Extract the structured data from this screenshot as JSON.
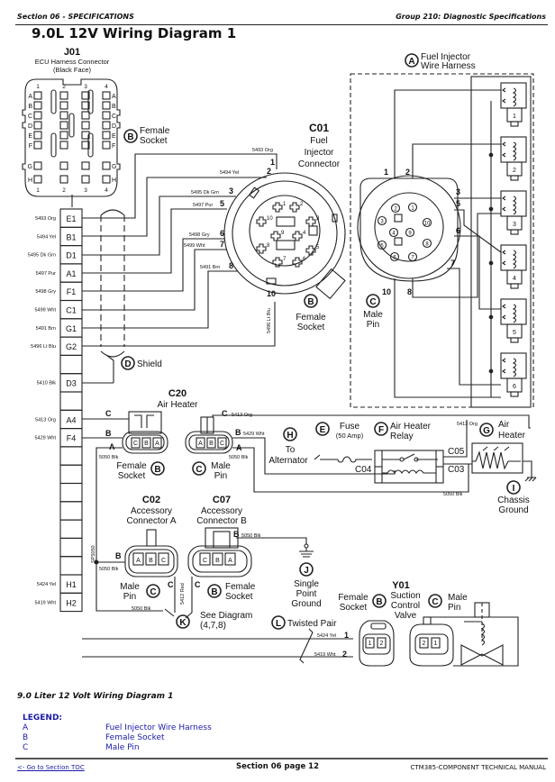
{
  "header": {
    "section": "Section 06 - SPECIFICATIONS",
    "group": "Group 210: Diagnostic Specifications",
    "title": "9.0L 12V Wiring Diagram 1"
  },
  "diagram": {
    "j01": {
      "id": "J01",
      "name": "ECU Harness Connector",
      "face": "(Black Face)",
      "columns": [
        "1",
        "2",
        "3",
        "4"
      ],
      "rows": [
        "A",
        "B",
        "C",
        "D",
        "E",
        "F",
        "G",
        "H"
      ],
      "callout": "B",
      "callout_label_1": "Female",
      "callout_label_2": "Socket"
    },
    "terminal_strip": [
      {
        "pin": "E1",
        "wire": "5493 Org"
      },
      {
        "pin": "B1",
        "wire": "5494 Yel"
      },
      {
        "pin": "D1",
        "wire": "5495 Dk Grn"
      },
      {
        "pin": "A1",
        "wire": "5497 Pur"
      },
      {
        "pin": "F1",
        "wire": "5498 Gry"
      },
      {
        "pin": "C1",
        "wire": "5499 Wht"
      },
      {
        "pin": "G1",
        "wire": "5491 Brn"
      },
      {
        "pin": "G2",
        "wire": "5496 Lt Blu"
      },
      {
        "pin": "",
        "wire": ""
      },
      {
        "pin": "D3",
        "wire": "5410 Blk"
      },
      {
        "pin": "",
        "wire": ""
      },
      {
        "pin": "A4",
        "wire": "5413 Org"
      },
      {
        "pin": "F4",
        "wire": "5429 Wht"
      },
      {
        "pin": "",
        "wire": ""
      },
      {
        "pin": "",
        "wire": ""
      },
      {
        "pin": "",
        "wire": ""
      },
      {
        "pin": "",
        "wire": ""
      },
      {
        "pin": "",
        "wire": ""
      },
      {
        "pin": "",
        "wire": ""
      },
      {
        "pin": "",
        "wire": ""
      },
      {
        "pin": "H1",
        "wire": "5424 Yel"
      },
      {
        "pin": "H2",
        "wire": "5419 Wht"
      }
    ],
    "c01": {
      "id": "C01",
      "name_1": "Fuel",
      "name_2": "Injector",
      "name_3": "Connector",
      "callout": "B",
      "callout_label_1": "Female",
      "callout_label_2": "Socket",
      "pin_labels": [
        {
          "pin": "1",
          "wire": "5493 Org"
        },
        {
          "pin": "2",
          "wire": "5494 Yel"
        },
        {
          "pin": "3",
          "wire": "5495 Dk Grn"
        },
        {
          "pin": "5",
          "wire": "5497 Pur"
        },
        {
          "pin": "6",
          "wire": "5498 Gry"
        },
        {
          "pin": "7",
          "wire": "5499 Wht"
        },
        {
          "pin": "8",
          "wire": "5491 Brn"
        },
        {
          "pin": "10",
          "wire": "5496 Lt Blu"
        }
      ],
      "face_pins": [
        "1",
        "2",
        "3",
        "4",
        "5",
        "6",
        "7",
        "8",
        "9",
        "10"
      ]
    },
    "harness": {
      "callout": "A",
      "label_1": "Fuel Injector",
      "label_2": "Wire Harness",
      "connector_callout": "C",
      "connector_label_1": "Male",
      "connector_label_2": "Pin",
      "pin_labels": [
        "1",
        "2",
        "3",
        "5",
        "6",
        "7",
        "10",
        "8"
      ],
      "face_pins": [
        "1",
        "2",
        "3",
        "4",
        "5",
        "6",
        "7",
        "8",
        "9",
        "10"
      ],
      "injectors": [
        "1",
        "2",
        "3",
        "4",
        "5",
        "6"
      ]
    },
    "shield": {
      "callout": "D",
      "label": "Shield"
    },
    "c20": {
      "id": "C20",
      "name": "Air Heater",
      "left_pins": [
        "C",
        "B",
        "A"
      ],
      "left_face": [
        "C",
        "B",
        "A"
      ],
      "left_ground": "5050 Blk",
      "left_callout": "B",
      "left_label_1": "Female",
      "left_label_2": "Socket",
      "right_face": [
        "A",
        "B",
        "C"
      ],
      "right_pin_c": "C",
      "right_wire_c": "5413 Org",
      "right_pin_b": "B",
      "right_wire_b": "5429 Wht",
      "right_pin_a": "A",
      "right_ground": "5050 Blk",
      "right_callout": "C",
      "right_label_1": "Male",
      "right_label_2": "Pin"
    },
    "fuse": {
      "callout": "E",
      "label": "Fuse",
      "rating": "(50 Amp)"
    },
    "relay": {
      "callout": "F",
      "label_1": "Air Heater",
      "label_2": "Relay",
      "wire_top": "5413 Org",
      "c05": "C05",
      "c04": "C04",
      "c03": "C03",
      "wire_ground": "5050 Blk"
    },
    "air_heater": {
      "callout": "G",
      "label_1": "Air",
      "label_2": "Heater"
    },
    "alternator": {
      "callout": "H",
      "label_1": "To",
      "label_2": "Alternator"
    },
    "chassis_ground": {
      "callout": "I",
      "label_1": "Chassis",
      "label_2": "Ground"
    },
    "c02": {
      "id": "C02",
      "name_1": "Accessory",
      "name_2": "Connector A",
      "face": [
        "A",
        "B",
        "C"
      ],
      "pin_b": "B",
      "wire_b": "5050 Blk",
      "pin_c": "C",
      "splice": "SP5050",
      "wire_bottom": "5050 Blk",
      "callout": "C",
      "label_1": "Male",
      "label_2": "Pin"
    },
    "c07": {
      "id": "C07",
      "name_1": "Accessory",
      "name_2": "Connector B",
      "face": [
        "C",
        "B",
        "A"
      ],
      "pin_b": "B",
      "wire_b": "5050 Blk",
      "pin_c": "C",
      "wire_c": "5412 Red",
      "callout": "B",
      "label_1": "Female",
      "label_2": "Socket"
    },
    "single_ground": {
      "callout": "J",
      "label_1": "Single",
      "label_2": "Point",
      "label_3": "Ground"
    },
    "see_diagram": {
      "callout": "K",
      "label_1": "See Diagram",
      "label_2": "(4,7,8)"
    },
    "twisted_pair": {
      "callout": "L",
      "label": "Twisted Pair"
    },
    "y01": {
      "id": "Y01",
      "name_1": "Suction",
      "name_2": "Control",
      "name_3": "Valve",
      "left_callout": "B",
      "left_label_1": "Female",
      "left_label_2": "Socket",
      "right_callout": "C",
      "right_label_1": "Male",
      "right_label_2": "Pin",
      "left_face": [
        "1",
        "2"
      ],
      "right_face": [
        "2",
        "1"
      ],
      "pin_1": "1",
      "wire_1": "5424 Yel",
      "pin_2": "2",
      "wire_2": "5419 Wht"
    }
  },
  "caption": "9.0 Liter 12 Volt Wiring Diagram 1",
  "legend": {
    "title": "LEGEND:",
    "items": [
      {
        "key": "A",
        "value": "Fuel Injector Wire Harness"
      },
      {
        "key": "B",
        "value": "Female Socket"
      },
      {
        "key": "C",
        "value": "Male Pin"
      }
    ]
  },
  "footer": {
    "toc_link": "<- Go to Section TOC",
    "page": "Section 06 page 12",
    "manual": "CTM385-COMPONENT TECHNICAL MANUAL"
  }
}
